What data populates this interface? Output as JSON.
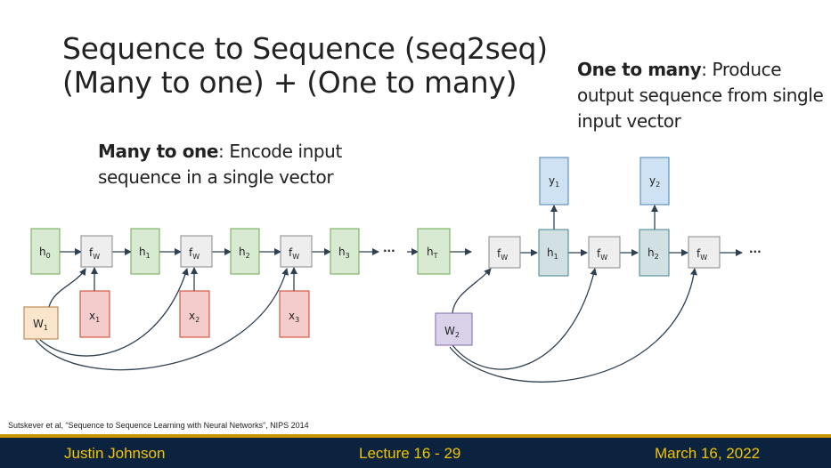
{
  "title": {
    "line1": "Sequence to Sequence (seq2seq)",
    "line2": "(Many to one) + (One to many)"
  },
  "callouts": {
    "many_to_one": {
      "bold": "Many to one",
      "rest": ": Encode input sequence in a single vector"
    },
    "one_to_many": {
      "bold": "One to many",
      "rest": ": Produce output sequence from single input vector"
    }
  },
  "diagram": {
    "encoder": {
      "hidden": [
        {
          "base": "h",
          "sub": "0"
        },
        {
          "base": "h",
          "sub": "1"
        },
        {
          "base": "h",
          "sub": "2"
        },
        {
          "base": "h",
          "sub": "3"
        },
        {
          "base": "h",
          "sub": "T"
        }
      ],
      "functions": [
        {
          "base": "f",
          "sub": "W"
        },
        {
          "base": "f",
          "sub": "W"
        },
        {
          "base": "f",
          "sub": "W"
        }
      ],
      "inputs": [
        {
          "base": "x",
          "sub": "1"
        },
        {
          "base": "x",
          "sub": "2"
        },
        {
          "base": "x",
          "sub": "3"
        }
      ],
      "weight": {
        "base": "W",
        "sub": "1"
      },
      "ellipsis": "···"
    },
    "decoder": {
      "functions": [
        {
          "base": "f",
          "sub": "W"
        },
        {
          "base": "f",
          "sub": "W"
        },
        {
          "base": "f",
          "sub": "W"
        }
      ],
      "hidden": [
        {
          "base": "h",
          "sub": "1"
        },
        {
          "base": "h",
          "sub": "2"
        }
      ],
      "outputs": [
        {
          "base": "y",
          "sub": "1"
        },
        {
          "base": "y",
          "sub": "2"
        }
      ],
      "weight": {
        "base": "W",
        "sub": "2"
      },
      "ellipsis": "···"
    },
    "colors": {
      "hidden_fill": "#d9ead3",
      "hidden_stroke": "#6aa84f",
      "func_fill": "#eeeeee",
      "func_stroke": "#888888",
      "input_fill": "#f4cccc",
      "input_stroke": "#cc4125",
      "weight1_fill": "#fce5cd",
      "weight1_stroke": "#b07a3c",
      "weight2_fill": "#d9d2e9",
      "weight2_stroke": "#7e6aa8",
      "dec_hidden_fill": "#d0e0e3",
      "dec_hidden_stroke": "#45818e",
      "output_fill": "#cfe2f3",
      "output_stroke": "#4a7fb0",
      "arrow": "#2f4050"
    }
  },
  "citation": "Sutskever et al, “Sequence to Sequence Learning with Neural Networks”, NIPS 2014",
  "footer": {
    "author": "Justin Johnson",
    "lecture": "Lecture 16 - 29",
    "date": "March 16, 2022",
    "bg_color": "#0c2340",
    "accent_color": "#f1c400"
  }
}
